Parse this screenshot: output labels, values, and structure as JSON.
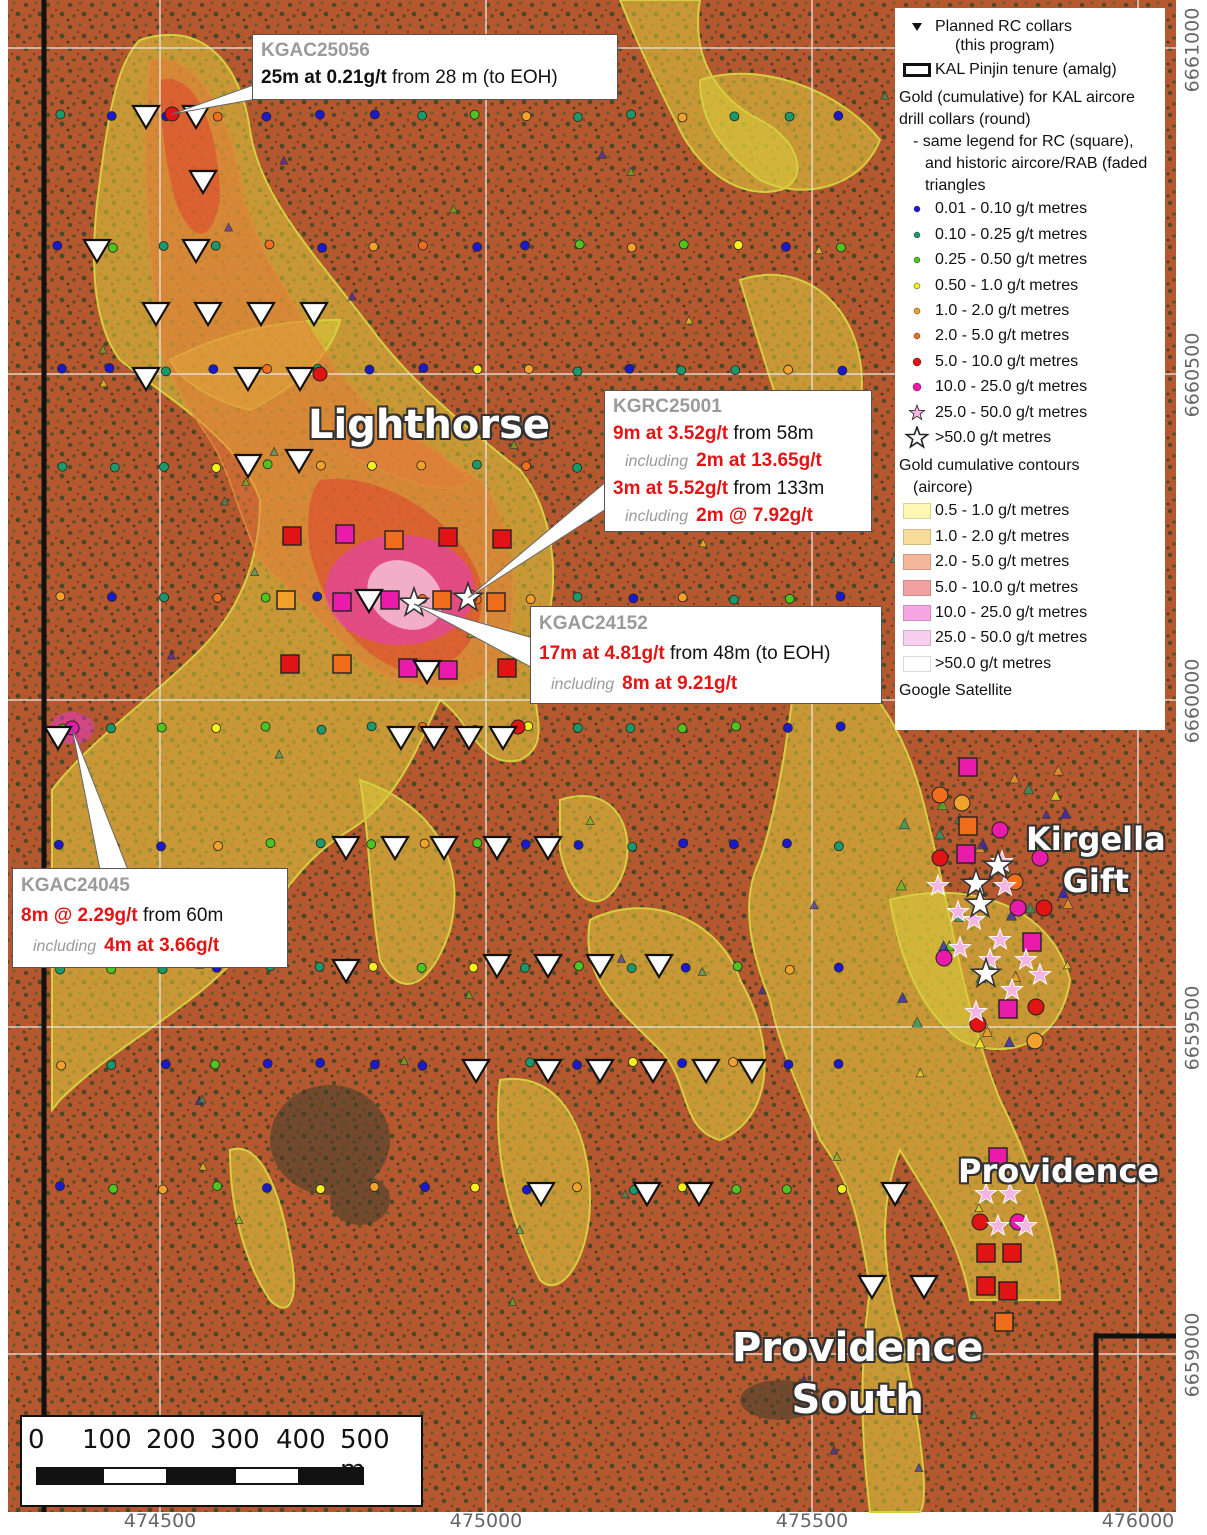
{
  "map_title": "",
  "basemap": "Google Satellite",
  "colors": {
    "planned_rc": "#ffffff",
    "tenure": "#000000",
    "bin_0_01": "#1a1acc",
    "bin_0_10": "#1a9a6a",
    "bin_0_25": "#4ec41e",
    "bin_0_50": "#f4f01a",
    "bin_1_0": "#f2a12a",
    "bin_2_0": "#f06d1c",
    "bin_5_0": "#e01414",
    "bin_10_0": "#ea1aaa",
    "bin_25_0": "#f4b4e4",
    "bin_50_0": "#ffffff",
    "callout_grade": "#e41414"
  },
  "legend": {
    "planned_rc": "Planned RC collars",
    "planned_rc_sub": "(this program)",
    "tenure": "KAL Pinjin tenure (amalg)",
    "gold_heading": [
      "Gold (cumulative) for KAL aircore",
      "drill collars (round)",
      "- same legend for RC (square),",
      "and historic aircore/RAB (faded",
      "triangles"
    ],
    "bins": [
      {
        "label": "0.01 - 0.10 g/t metres",
        "color": "#1a1acc",
        "symbol": "dot-small"
      },
      {
        "label": "0.10 - 0.25 g/t metres",
        "color": "#1a9a6a",
        "symbol": "dot-small"
      },
      {
        "label": "0.25 - 0.50 g/t metres",
        "color": "#4ec41e",
        "symbol": "dot-small"
      },
      {
        "label": "0.50 - 1.0 g/t metres",
        "color": "#f4f01a",
        "symbol": "dot-small"
      },
      {
        "label": "1.0 - 2.0 g/t metres",
        "color": "#f2a12a",
        "symbol": "dot-small"
      },
      {
        "label": "2.0 - 5.0 g/t metres",
        "color": "#f06d1c",
        "symbol": "dot-small"
      },
      {
        "label": "5.0 - 10.0 g/t metres",
        "color": "#e01414",
        "symbol": "dot"
      },
      {
        "label": "10.0 - 25.0 g/t metres",
        "color": "#ea1aaa",
        "symbol": "dot"
      },
      {
        "label": "25.0 - 50.0 g/t metres",
        "color": "#f4b4e4",
        "symbol": "star-small"
      },
      {
        "label": ">50.0 g/t metres",
        "color": "#ffffff",
        "symbol": "star"
      }
    ],
    "contour_heading": [
      "Gold cumulative contours",
      "(aircore)"
    ],
    "contours": [
      {
        "label": "0.5 - 1.0 g/t metres",
        "color": "#fdf7b4"
      },
      {
        "label": "1.0 - 2.0 g/t metres",
        "color": "#f9dc9a"
      },
      {
        "label": "2.0 - 5.0 g/t metres",
        "color": "#f5b79a"
      },
      {
        "label": "5.0 - 10.0 g/t metres",
        "color": "#f2a1a1"
      },
      {
        "label": "10.0 - 25.0 g/t metres",
        "color": "#f6a6e2"
      },
      {
        "label": "25.0 - 50.0 g/t metres",
        "color": "#f8cfee"
      },
      {
        "label": ">50.0 g/t metres",
        "color": "#ffffff"
      }
    ]
  },
  "places": [
    "Lighthorse",
    "Kirgella Gift",
    "Providence",
    "Providence South"
  ],
  "places_lines": {
    "kirgella": [
      "Kirgella",
      "Gift"
    ],
    "south": [
      "Providence",
      "South"
    ]
  },
  "callouts": {
    "kgac25056": {
      "hole": "KGAC25056",
      "lines": [
        {
          "grade": "25m at 0.21g/t",
          "rest": " from 28 m  (to EOH)"
        }
      ]
    },
    "kgrc25001": {
      "hole": "KGRC25001",
      "l1_grade": "9m at 3.52g/t",
      "l1_rest": " from 58m",
      "l2_incl": "including",
      "l2_grade": "2m at 13.65g/t",
      "l3_grade": "3m at 5.52g/t",
      "l3_rest": " from 133m",
      "l4_incl": "including",
      "l4_grade": "2m @ 7.92g/t"
    },
    "kgac24152": {
      "hole": "KGAC24152",
      "l1_grade": "17m at 4.81g/t",
      "l1_rest": " from 48m (to EOH)",
      "l2_incl": "including",
      "l2_grade": "8m at 9.21g/t"
    },
    "kgac24045": {
      "hole": "KGAC24045",
      "l1_grade": "8m @ 2.29g/t",
      "l1_rest": " from 60m",
      "l2_incl": "including",
      "l2_grade": "4m at 3.66g/t"
    }
  },
  "grid": {
    "eastings": [
      "474500",
      "475000",
      "475500",
      "476000"
    ],
    "northings": [
      "6661000",
      "6660500",
      "6660000",
      "6659500",
      "6659000"
    ]
  },
  "scale_bar": {
    "labels": [
      "0",
      "100",
      "200",
      "300",
      "400",
      "500 m"
    ],
    "max_m": 500,
    "unit": "m"
  }
}
